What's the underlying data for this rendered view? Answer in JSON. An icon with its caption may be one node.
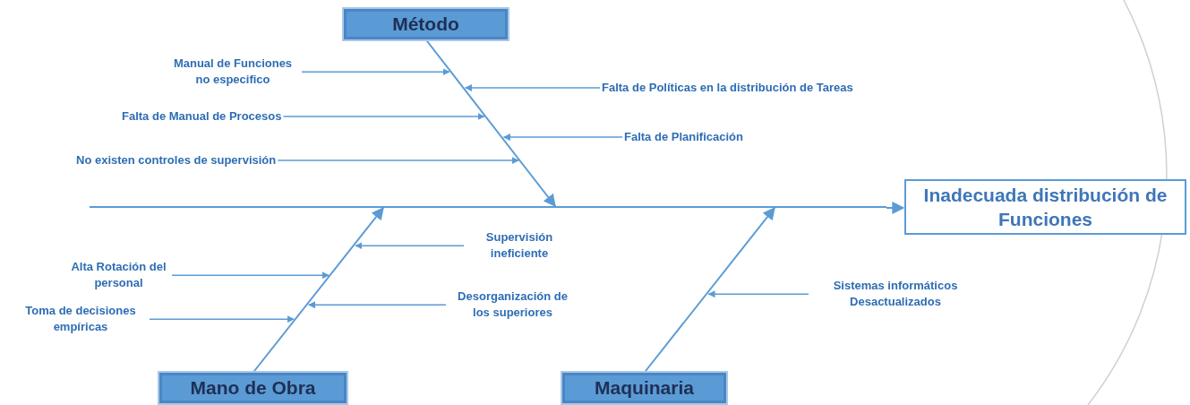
{
  "diagram": {
    "nodes": [
      {
        "text": [
          "Método"
        ]
      },
      {
        "text": [
          "Mano de Obra"
        ]
      },
      {
        "text": [
          "Maquinaria"
        ]
      },
      {
        "text": [
          "Inadecuada distribución de Funciones"
        ]
      },
      {
        "text": [
          "Manual de Funciones no especifico"
        ]
      },
      {
        "text": [
          "Falta de Políticas en la distribución de Tareas"
        ]
      },
      {
        "text": [
          "Falta de Manual de Procesos"
        ]
      },
      {
        "text": [
          "Falta de Planificación"
        ]
      },
      {
        "text": [
          "No existen controles de supervisión"
        ]
      },
      {
        "text": [
          "Supervisión ineficiente"
        ]
      },
      {
        "text": [
          "Alta Rotación del personal"
        ]
      },
      {
        "text": [
          "Desorganización de los superiores"
        ]
      },
      {
        "text": [
          "Toma de decisiones empíricas"
        ]
      },
      {
        "text": [
          "Sistemas informáticos Desactualizados"
        ]
      },
      {
        "text": [],
        "shape": "bar"
      }
    ],
    "edges": [
      {
        "from": 14,
        "to": 3,
        "arrow": "to"
      },
      {
        "from": 0,
        "to": 14,
        "arrow": "to"
      },
      {
        "from": 1,
        "to": 14,
        "arrow": "to"
      },
      {
        "from": 2,
        "to": 14,
        "arrow": "to"
      },
      {
        "from": 4,
        "to": null,
        "arrow": "to"
      },
      {
        "from": 5,
        "to": null,
        "arrow": "to"
      },
      {
        "from": 6,
        "to": null,
        "arrow": "to"
      },
      {
        "from": 7,
        "to": null,
        "arrow": "to"
      },
      {
        "from": 8,
        "to": null,
        "arrow": "to"
      },
      {
        "from": 9,
        "to": null,
        "arrow": "to"
      },
      {
        "from": 10,
        "to": null,
        "arrow": "to"
      },
      {
        "from": 11,
        "to": null,
        "arrow": "to"
      },
      {
        "from": 12,
        "to": null,
        "arrow": "to"
      },
      {
        "from": 13,
        "to": null,
        "arrow": "to"
      }
    ]
  }
}
